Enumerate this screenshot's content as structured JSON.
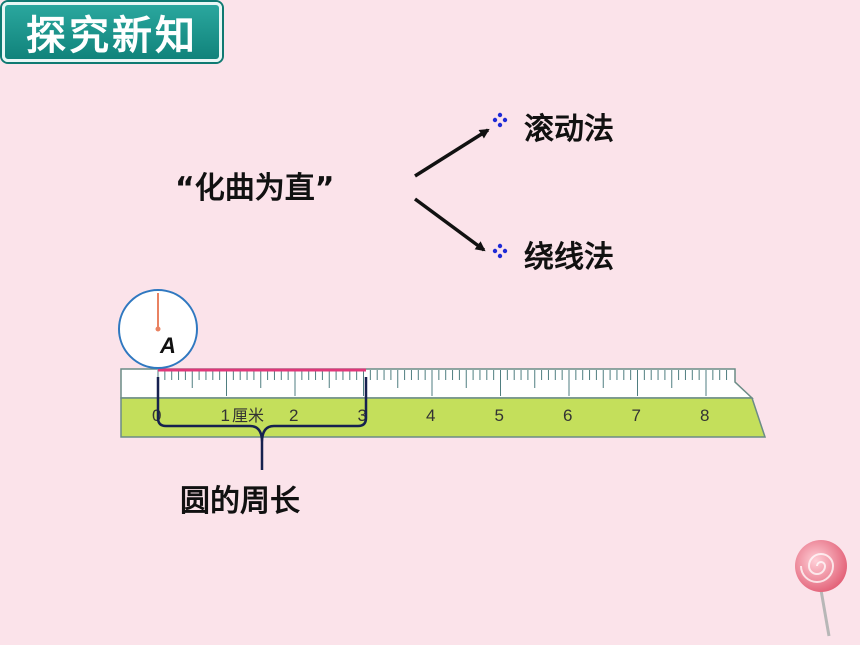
{
  "header": {
    "title": "探究新知"
  },
  "diagram": {
    "central_label": "“化曲为直”",
    "methods": [
      {
        "label": "滚动法"
      },
      {
        "label": "绕线法"
      }
    ],
    "circle_point": "A",
    "brace_label": "圆的周长"
  },
  "ruler": {
    "numbers": [
      "0",
      "1",
      "2",
      "3",
      "4",
      "5",
      "6",
      "7",
      "8"
    ],
    "unit": "厘米"
  },
  "colors": {
    "background": "#fbe3ea",
    "badge": "#1a948b",
    "ruler_green": "#c4df5b",
    "highlight": "#e0387a",
    "bullet": "#1f2bd6"
  }
}
